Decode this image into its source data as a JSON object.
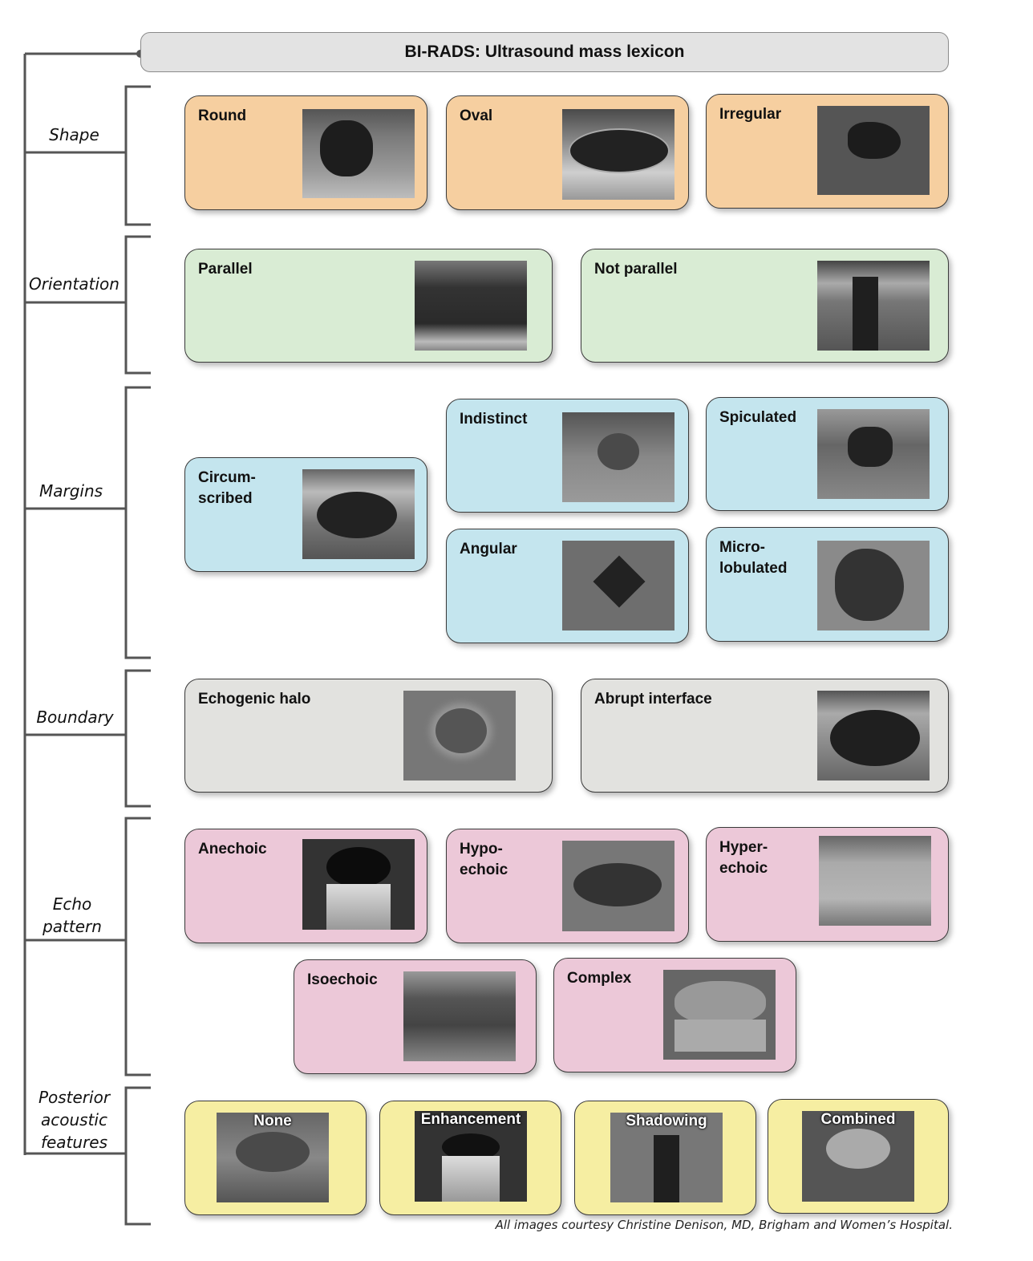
{
  "title": "BI-RADS: Ultrasound mass lexicon",
  "categories": [
    {
      "label": "Shape",
      "color": "#f6cfa0",
      "items": [
        "Round",
        "Oval",
        "Irregular"
      ]
    },
    {
      "label": "Orientation",
      "color": "#d9ecd4",
      "items": [
        "Parallel",
        "Not parallel"
      ]
    },
    {
      "label": "Margins",
      "color": "#c4e5ee",
      "items": [
        "Circum-\nscribed",
        "Indistinct",
        "Spiculated",
        "Angular",
        "Micro-\nlobulated"
      ]
    },
    {
      "label": "Boundary",
      "color": "#e2e2df",
      "items": [
        "Echogenic halo",
        "Abrupt interface"
      ]
    },
    {
      "label": "Echo\npattern",
      "color": "#ecc8d8",
      "items": [
        "Anechoic",
        "Hypo-\nechoic",
        "Hyper-\nechoic",
        "Isoechoic",
        "Complex"
      ]
    },
    {
      "label": "Posterior\nacoustic\nfeatures",
      "color": "#f6eea2",
      "items": [
        "None",
        "Enhancement",
        "Shadowing",
        "Combined"
      ]
    }
  ],
  "credit": "All images courtesy Christine Denison, MD, Brigham and Women’s Hospital."
}
